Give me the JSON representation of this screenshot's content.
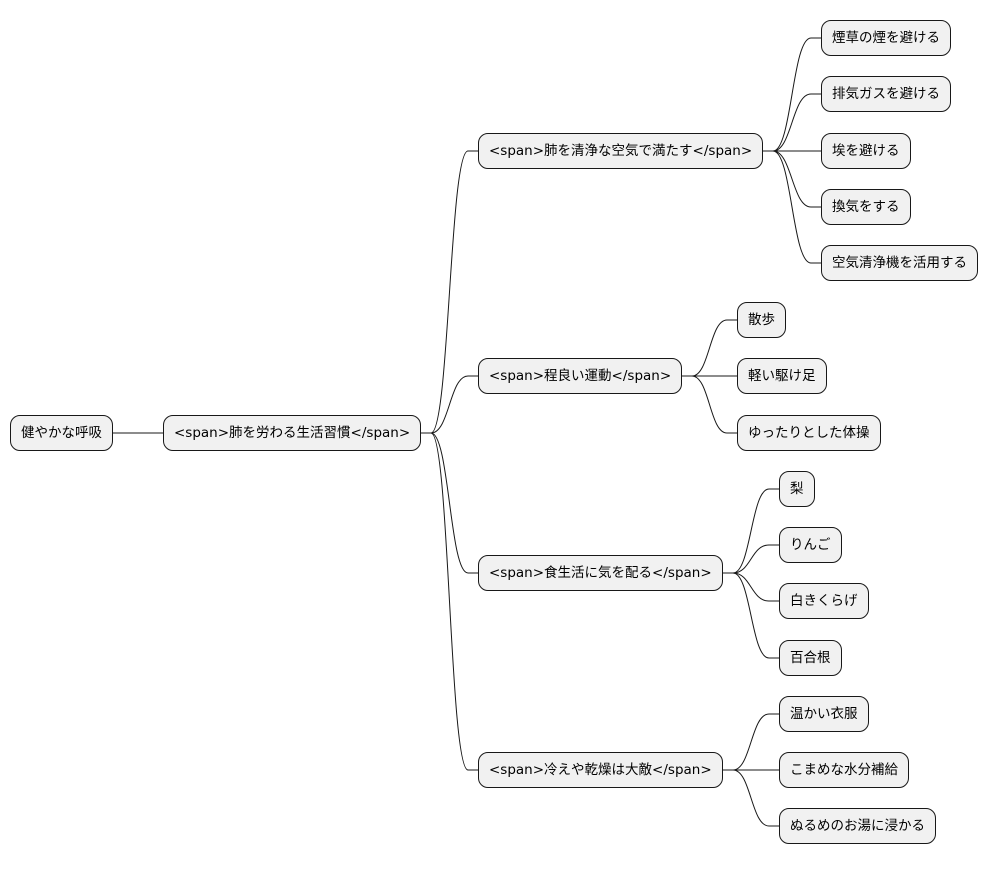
{
  "mindmap": {
    "root": "健やかな呼吸",
    "main": "<span>肺を労わる生活習慣</span>",
    "branches": [
      {
        "label": "<span>肺を清浄な空気で満たす</span>",
        "items": [
          "煙草の煙を避ける",
          "排気ガスを避ける",
          "埃を避ける",
          "換気をする",
          "空気清浄機を活用する"
        ]
      },
      {
        "label": "<span>程良い運動</span>",
        "items": [
          "散歩",
          "軽い駆け足",
          "ゆったりとした体操"
        ]
      },
      {
        "label": "<span>食生活に気を配る</span>",
        "items": [
          "梨",
          "りんご",
          "白きくらげ",
          "百合根"
        ]
      },
      {
        "label": "<span>冷えや乾燥は大敵</span>",
        "items": [
          "温かい衣服",
          "こまめな水分補給",
          "ぬるめのお湯に浸かる"
        ]
      }
    ]
  }
}
